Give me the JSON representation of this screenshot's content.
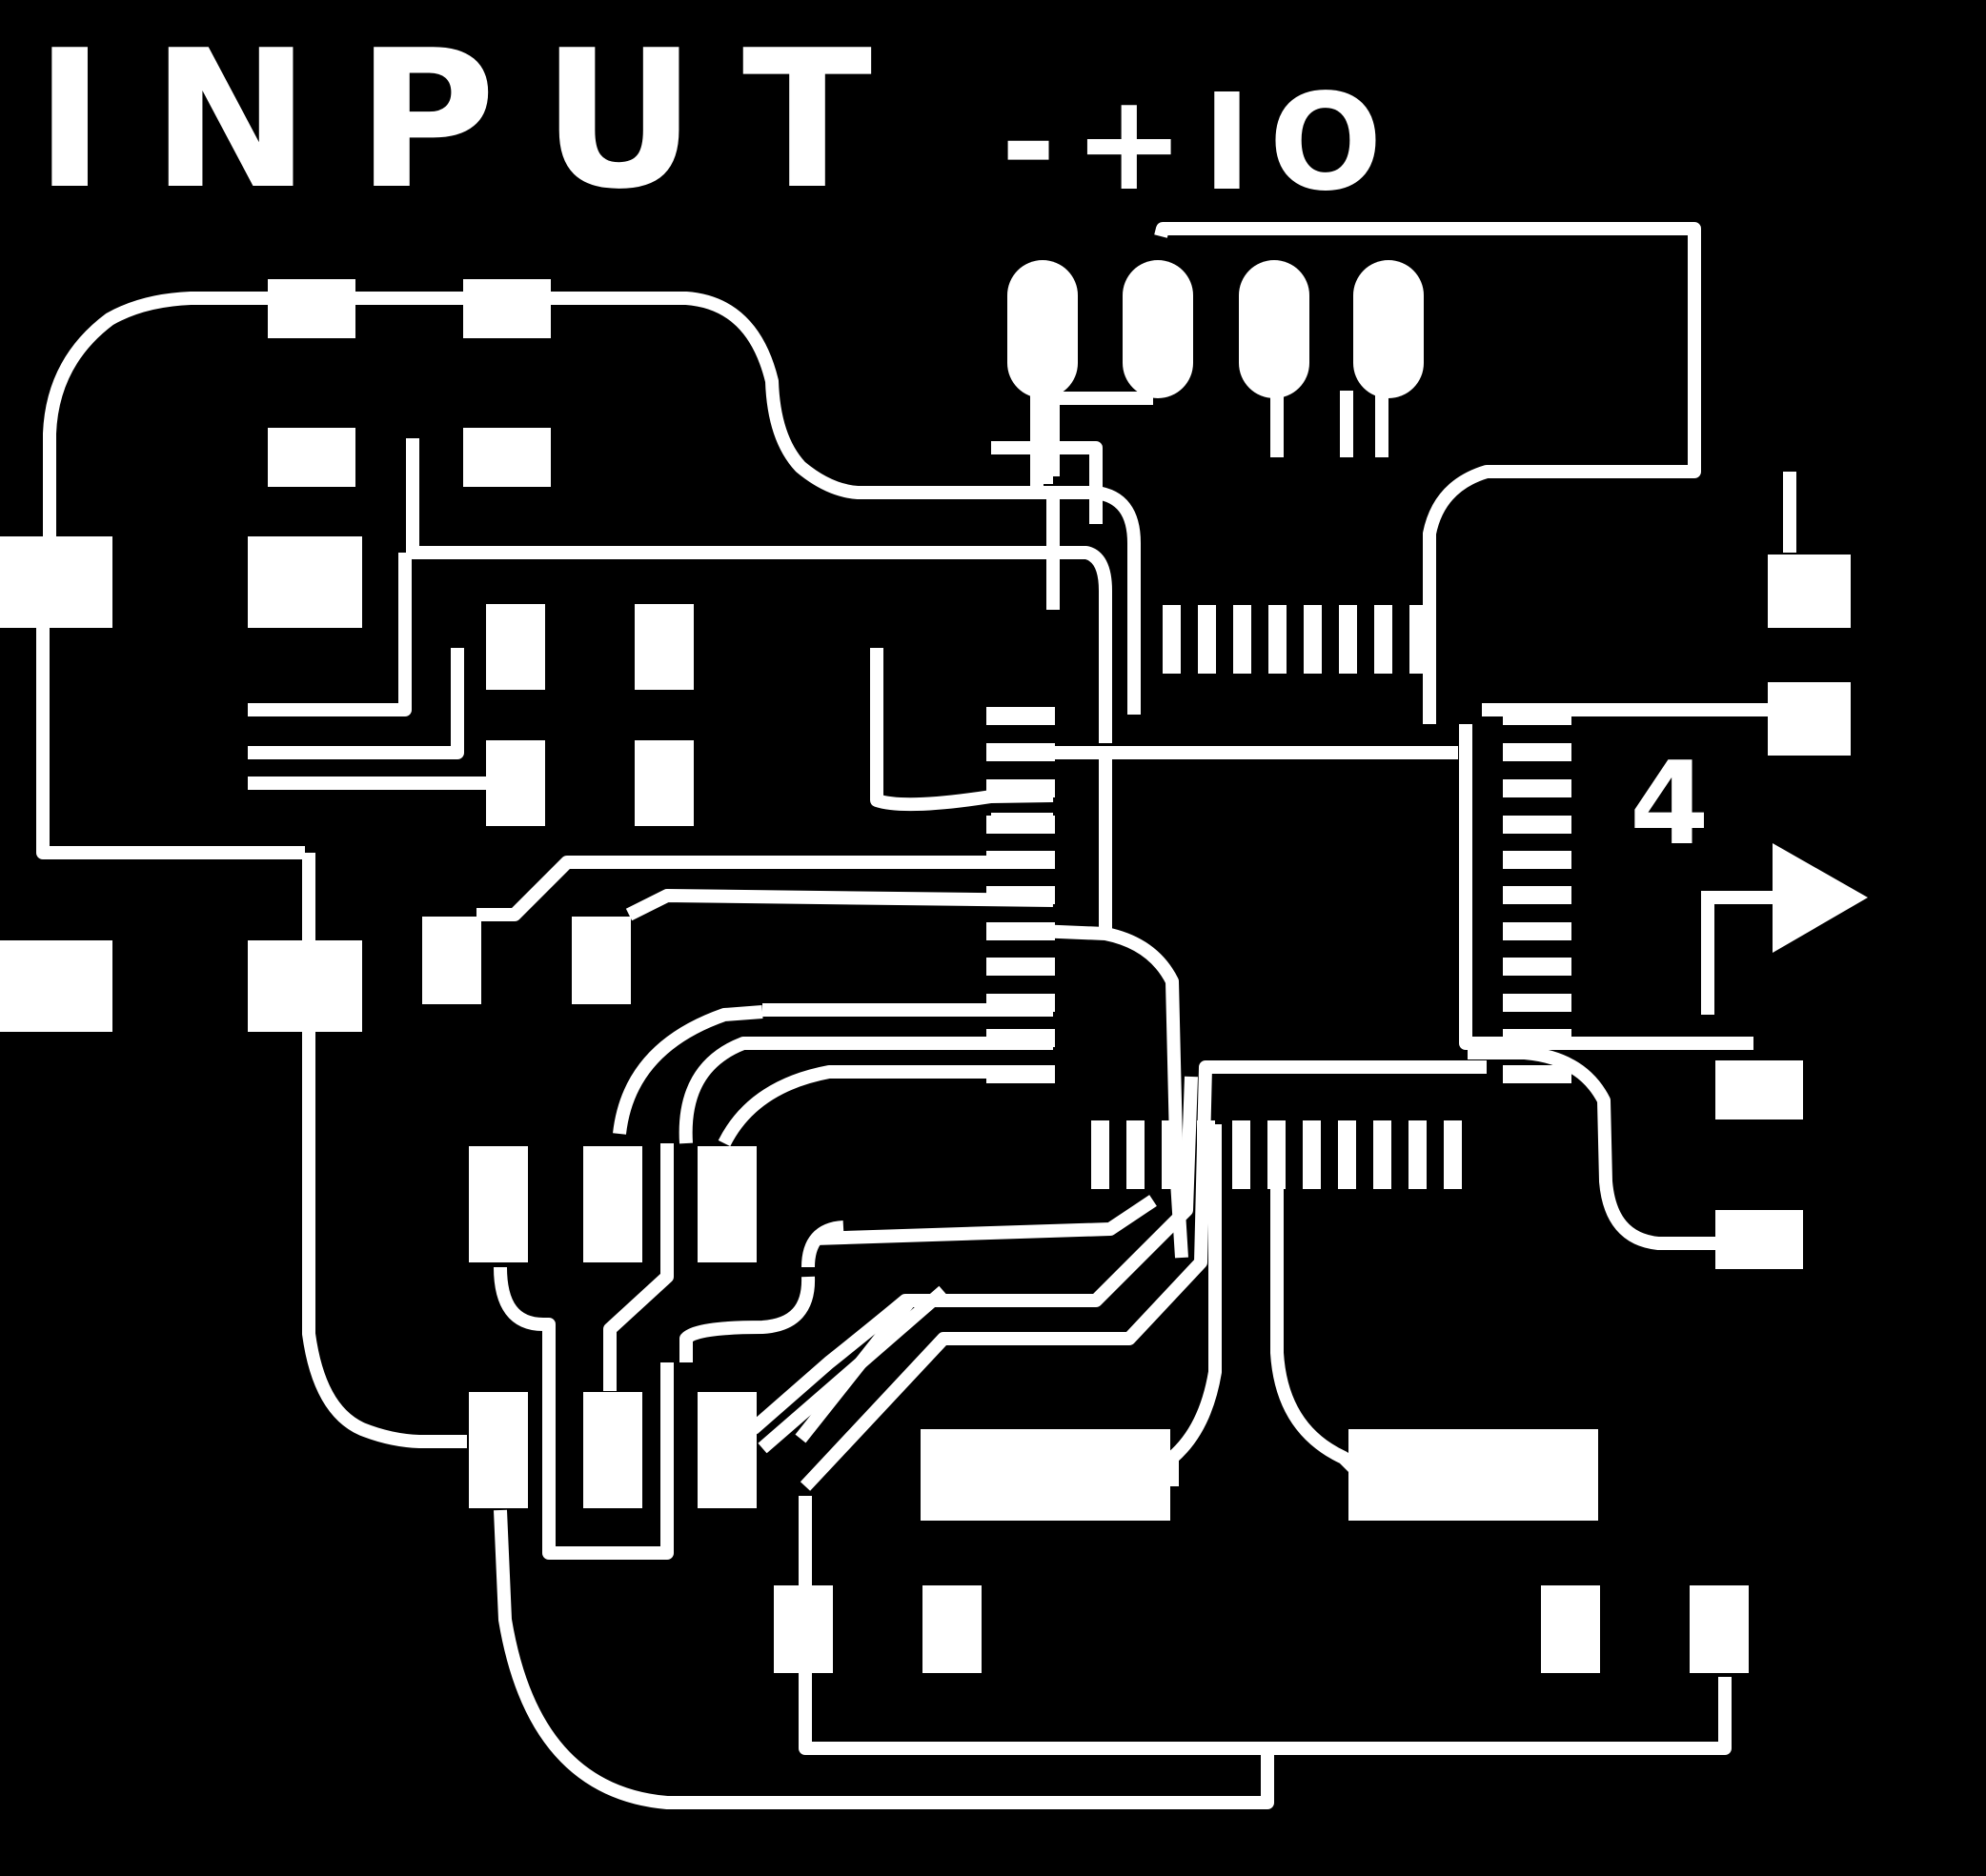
{
  "title": "INPUT",
  "subtitle": "-+IO",
  "badge_number": "4",
  "colors": {
    "background": "#000000",
    "copper": "#ffffff"
  },
  "icons": {
    "arrow": "arrow-right-icon"
  }
}
